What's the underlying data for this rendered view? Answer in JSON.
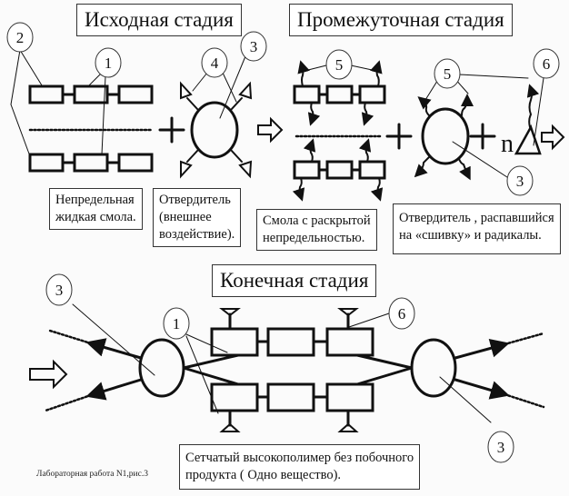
{
  "stages": {
    "initial": {
      "title": "Исходная стадия"
    },
    "intermediate": {
      "title": "Промежуточная стадия"
    },
    "final": {
      "title": "Конечная стадия"
    }
  },
  "captions": {
    "resin": "Непредельная\nжидкая смола.",
    "hardener": "Отвердитель\n(внешнее\nвоздействие).",
    "opened_resin": "Смола с раскрытой\nнепредельностью.",
    "split_hardener": "Отвердитель , распавшийся\nна «сшивку» и радикалы.",
    "network": "Сетчатый высокополимер без побочного\nпродукта ( Одно вещество)."
  },
  "labels": {
    "l1": "1",
    "l2": "2",
    "l3": "3",
    "l4": "4",
    "l5": "5",
    "l6": "6"
  },
  "operators": {
    "plus": "+",
    "n": "n"
  },
  "footer": "Лабораторная работа N1,рис.3"
}
